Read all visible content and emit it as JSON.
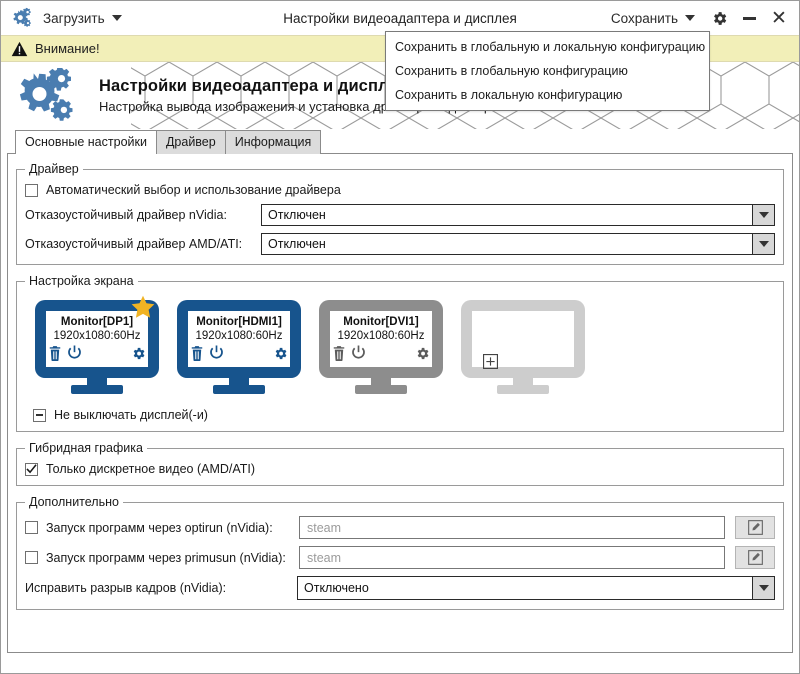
{
  "titlebar": {
    "load_label": "Загрузить",
    "title": "Настройки видеоадаптера и дисплея",
    "save_label": "Сохранить",
    "logo_icon": "gears-icon",
    "settings_icon": "gear-icon",
    "minimize_icon": "minimize-icon",
    "close_icon": "close-icon"
  },
  "save_menu": {
    "items": [
      "Сохранить в глобальную и локальную конфигурацию",
      "Сохранить в глобальную конфигурацию",
      "Сохранить в локальную конфигурацию"
    ]
  },
  "warning": {
    "icon": "warning-triangle-icon",
    "text": "Внимание!",
    "background": "#f2efb8"
  },
  "hero": {
    "icon": "gears-icon",
    "title": "Настройки видеоадаптера и дисплея",
    "subtitle": "Настройка вывода изображения и установка драйвера видеокарты",
    "accent": "#4a7db0"
  },
  "tabs": [
    {
      "label": "Основные настройки",
      "active": true
    },
    {
      "label": "Драйвер",
      "active": false
    },
    {
      "label": "Информация",
      "active": false
    }
  ],
  "driver_group": {
    "legend": "Драйвер",
    "auto_checkbox": {
      "label": "Автоматический выбор и использование драйвера",
      "checked": false
    },
    "nvidia": {
      "label": "Отказоустойчивый драйвер nVidia:",
      "value": "Отключен"
    },
    "amd": {
      "label": "Отказоустойчивый драйвер AMD/ATI:",
      "value": "Отключен"
    }
  },
  "screen_group": {
    "legend": "Настройка экрана",
    "monitors": [
      {
        "name": "Monitor[DP1]",
        "resolution": "1920x1080:60Hz",
        "color": "#17548d",
        "primary": true,
        "empty": false,
        "icons": [
          "trash-icon",
          "power-icon",
          "gear-icon"
        ]
      },
      {
        "name": "Monitor[HDMI1]",
        "resolution": "1920x1080:60Hz",
        "color": "#17548d",
        "primary": false,
        "empty": false,
        "icons": [
          "trash-icon",
          "power-icon",
          "gear-icon"
        ]
      },
      {
        "name": "Monitor[DVI1]",
        "resolution": "1920x1080:60Hz",
        "color": "#8d8d8d",
        "primary": false,
        "empty": false,
        "icons": [
          "trash-icon",
          "power-icon",
          "gear-icon"
        ]
      },
      {
        "name": "",
        "resolution": "",
        "color": "#cdcdcd",
        "primary": false,
        "empty": true,
        "icons": [
          "plus-box-icon"
        ]
      }
    ],
    "keep_on_checkbox": {
      "label": "Не выключать дисплей(-и)",
      "state": "partial"
    }
  },
  "hybrid_group": {
    "legend": "Гибридная графика",
    "discrete_checkbox": {
      "label": "Только дискретное видео (AMD/ATI)",
      "checked": true
    }
  },
  "extra_group": {
    "legend": "Дополнительно",
    "optirun": {
      "label": "Запуск программ через optirun (nVidia):",
      "checked": false,
      "placeholder": "steam",
      "edit_icon": "pencil-square-icon"
    },
    "primusun": {
      "label": "Запуск программ через primusun (nVidia):",
      "checked": false,
      "placeholder": "steam",
      "edit_icon": "pencil-square-icon"
    },
    "tearfree": {
      "label": "Исправить разрыв кадров (nVidia):",
      "value": "Отключено"
    }
  }
}
